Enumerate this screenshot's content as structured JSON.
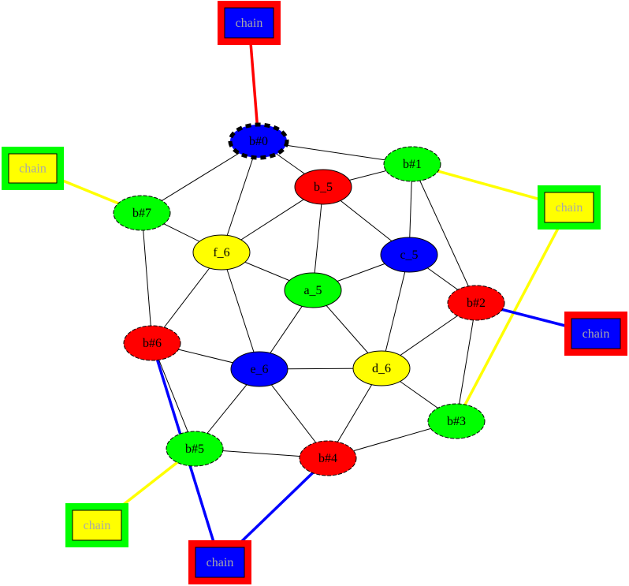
{
  "colors": {
    "red": "#ff0000",
    "green": "#00ff00",
    "blue": "#0000ff",
    "yellow": "#ffff00",
    "black": "#000000",
    "grey_text": "#a8a8a8"
  },
  "nodes": [
    {
      "id": "b0",
      "label": "b#0",
      "fill": "blue",
      "border": "dashed-thick"
    },
    {
      "id": "b1",
      "label": "b#1",
      "fill": "green",
      "border": "dashed"
    },
    {
      "id": "b2",
      "label": "b#2",
      "fill": "red",
      "border": "dashed"
    },
    {
      "id": "b3",
      "label": "b#3",
      "fill": "green",
      "border": "dashed"
    },
    {
      "id": "b4",
      "label": "b#4",
      "fill": "red",
      "border": "dashed"
    },
    {
      "id": "b5",
      "label": "b#5",
      "fill": "green",
      "border": "dashed"
    },
    {
      "id": "b6",
      "label": "b#6",
      "fill": "red",
      "border": "dashed"
    },
    {
      "id": "b7",
      "label": "b#7",
      "fill": "green",
      "border": "dashed"
    },
    {
      "id": "b_5",
      "label": "b_5",
      "fill": "red",
      "border": "solid"
    },
    {
      "id": "c_5",
      "label": "c_5",
      "fill": "blue",
      "border": "solid"
    },
    {
      "id": "a_5",
      "label": "a_5",
      "fill": "green",
      "border": "solid"
    },
    {
      "id": "f_6",
      "label": "f_6",
      "fill": "yellow",
      "border": "solid"
    },
    {
      "id": "e_6",
      "label": "e_6",
      "fill": "blue",
      "border": "solid"
    },
    {
      "id": "d_6",
      "label": "d_6",
      "fill": "yellow",
      "border": "solid"
    }
  ],
  "chains": [
    {
      "id": "chain0",
      "label": "chain",
      "fill": "blue",
      "frame": "red",
      "text": "grey_text"
    },
    {
      "id": "chain1",
      "label": "chain",
      "fill": "yellow",
      "frame": "green",
      "text": "grey_text"
    },
    {
      "id": "chain2",
      "label": "chain",
      "fill": "yellow",
      "frame": "green",
      "text": "grey_text"
    },
    {
      "id": "chain3",
      "label": "chain",
      "fill": "blue",
      "frame": "red",
      "text": "grey_text"
    },
    {
      "id": "chain4",
      "label": "chain",
      "fill": "yellow",
      "frame": "green",
      "text": "grey_text"
    },
    {
      "id": "chain5",
      "label": "chain",
      "fill": "blue",
      "frame": "red",
      "text": "grey_text"
    }
  ],
  "edges": [
    [
      "b0",
      "b1"
    ],
    [
      "b0",
      "b7"
    ],
    [
      "b0",
      "b_5"
    ],
    [
      "b0",
      "f_6"
    ],
    [
      "b1",
      "b_5"
    ],
    [
      "b1",
      "c_5"
    ],
    [
      "b1",
      "b2"
    ],
    [
      "b7",
      "f_6"
    ],
    [
      "b7",
      "b6"
    ],
    [
      "b_5",
      "f_6"
    ],
    [
      "b_5",
      "a_5"
    ],
    [
      "b_5",
      "c_5"
    ],
    [
      "f_6",
      "a_5"
    ],
    [
      "f_6",
      "b6"
    ],
    [
      "f_6",
      "e_6"
    ],
    [
      "c_5",
      "a_5"
    ],
    [
      "c_5",
      "b2"
    ],
    [
      "c_5",
      "d_6"
    ],
    [
      "a_5",
      "e_6"
    ],
    [
      "a_5",
      "d_6"
    ],
    [
      "b2",
      "d_6"
    ],
    [
      "b2",
      "b3"
    ],
    [
      "b6",
      "e_6"
    ],
    [
      "b6",
      "b5"
    ],
    [
      "e_6",
      "d_6"
    ],
    [
      "e_6",
      "b5"
    ],
    [
      "e_6",
      "b4"
    ],
    [
      "d_6",
      "b4"
    ],
    [
      "d_6",
      "b3"
    ],
    [
      "b5",
      "b4"
    ],
    [
      "b4",
      "b3"
    ]
  ],
  "chain_links": [
    {
      "from": "chain0",
      "to": "b0",
      "color": "red"
    },
    {
      "from": "chain1",
      "to": "b7",
      "color": "yellow"
    },
    {
      "from": "chain2",
      "to": "b1",
      "color": "yellow"
    },
    {
      "from": "chain2",
      "to": "b3",
      "color": "yellow"
    },
    {
      "from": "chain3",
      "to": "b2",
      "color": "blue"
    },
    {
      "from": "chain4",
      "to": "b5",
      "color": "yellow"
    },
    {
      "from": "chain5",
      "to": "b6",
      "color": "blue"
    },
    {
      "from": "chain5",
      "to": "b4",
      "color": "blue"
    }
  ]
}
